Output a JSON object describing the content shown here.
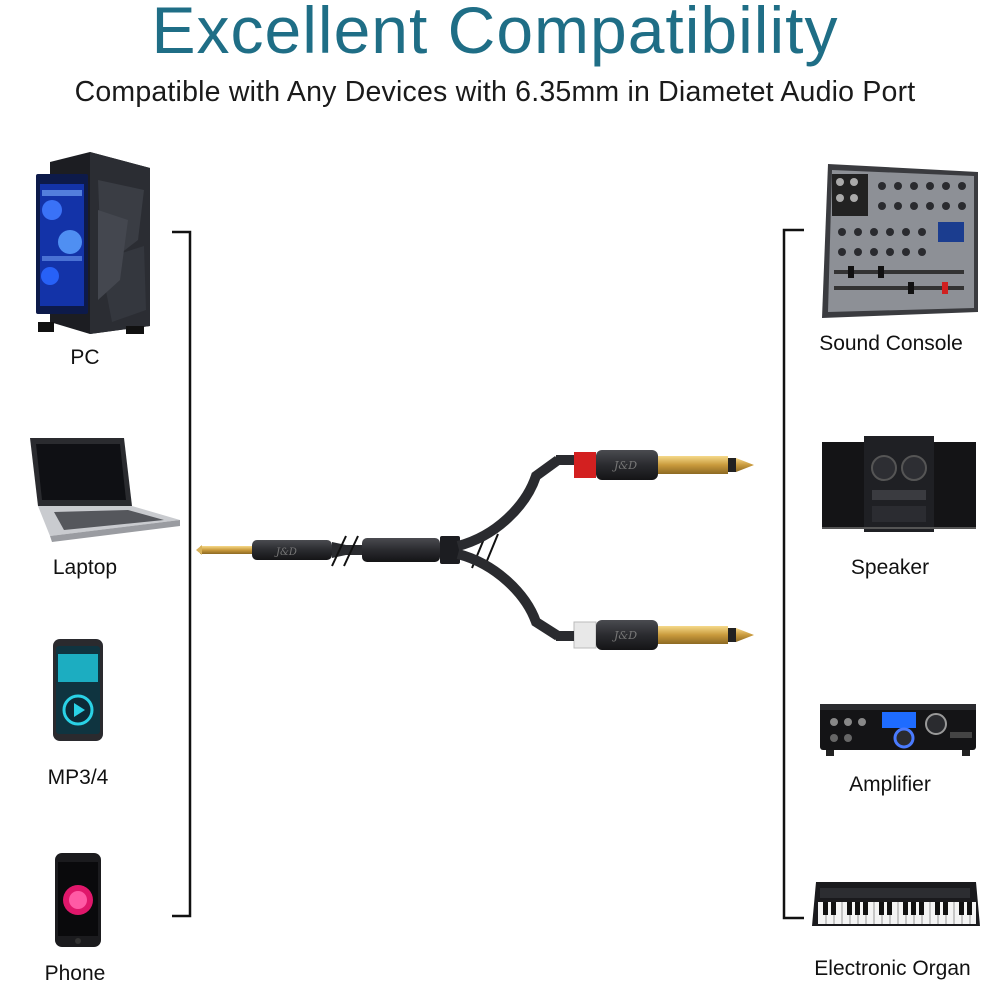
{
  "header": {
    "title": "Excellent Compatibility",
    "subtitle": "Compatible with Any Devices with 6.35mm in Diametet Audio Port"
  },
  "left_devices": [
    {
      "label": "PC",
      "icon": "pc-tower-icon"
    },
    {
      "label": "Laptop",
      "icon": "laptop-icon"
    },
    {
      "label": "MP3/4",
      "icon": "mp3-player-icon"
    },
    {
      "label": "Phone",
      "icon": "smartphone-icon"
    }
  ],
  "right_devices": [
    {
      "label": "Sound Console",
      "icon": "mixer-console-icon"
    },
    {
      "label": "Speaker",
      "icon": "stereo-speaker-icon"
    },
    {
      "label": "Amplifier",
      "icon": "amplifier-icon"
    },
    {
      "label": "Electronic Organ",
      "icon": "keyboard-organ-icon"
    }
  ],
  "cable": {
    "brand_mark": "J&D",
    "plug_left": "3.5mm plug",
    "plug_colors": {
      "top": "#d32020",
      "bottom": "#e8e8e8"
    }
  },
  "colors": {
    "title": "#1f6e86",
    "pc_glow": "#2f5cff",
    "phone_glow": "#e0176b",
    "amp_display": "#1e6cff"
  }
}
